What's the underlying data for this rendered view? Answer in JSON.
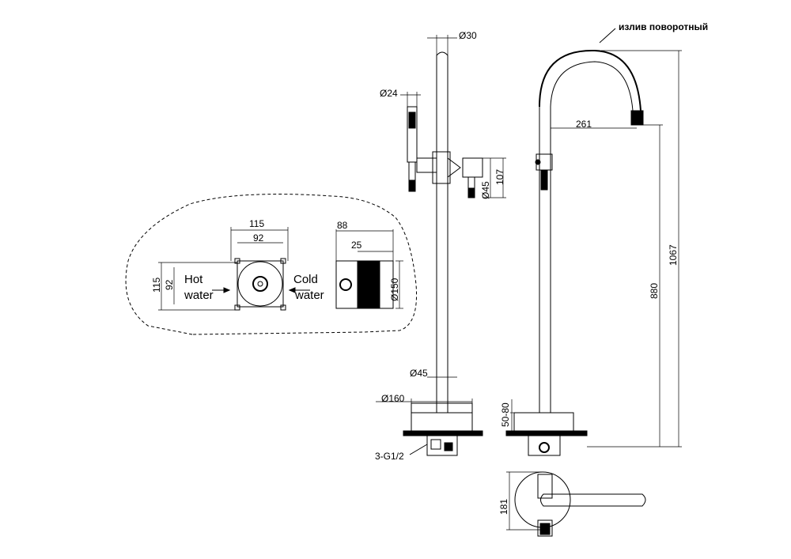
{
  "labels": {
    "spout_note": "излив поворотный",
    "hot_line1": "Hot",
    "hot_line2": "water",
    "cold_line1": "Cold",
    "cold_line2": "water",
    "inlet_thread": "3-G1/2"
  },
  "dimensions": {
    "pipe_top_dia": "Ø30",
    "handshower_dia": "Ø24",
    "column_dia": "Ø45",
    "mixer_dia": "Ø45",
    "mixer_height": "107",
    "base_dia": "Ø160",
    "spout_reach": "261",
    "total_height": "1067",
    "spout_height": "880",
    "floor_range": "50-80",
    "base_depth": "181",
    "box_width_outer": "115",
    "box_width_inner": "92",
    "box_height_outer": "115",
    "box_height_inner": "92",
    "box_depth_outer": "88",
    "box_depth_inner": "25",
    "box_dia": "Ø150"
  },
  "colors": {
    "line": "#000000",
    "background": "#ffffff"
  }
}
